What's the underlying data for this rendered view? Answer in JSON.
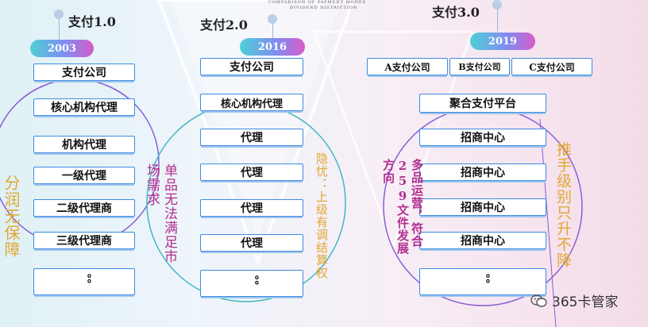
{
  "header": {
    "line1": "COMPARISON OF PAYMENT MODES",
    "line2": "DIVIDEND DISTRICTION"
  },
  "eras": [
    {
      "title": "支付1.0",
      "year": "2003"
    },
    {
      "title": "支付2.0",
      "year": "2016"
    },
    {
      "title": "支付3.0",
      "year": "2019"
    }
  ],
  "col1": {
    "boxes": [
      "支付公司",
      "核心机构代理",
      "机构代理",
      "一级代理",
      "二级代理商",
      "三级代理商"
    ],
    "ellipsis": "。。",
    "side_text": "分润无保障",
    "problem": "单品无法满足市场需求"
  },
  "col2": {
    "boxes": [
      "支付公司",
      "核心机构代理",
      "代理",
      "代理",
      "代理",
      "代理"
    ],
    "ellipsis": "。。",
    "concern": "隐忧：上级有调结算权"
  },
  "col3": {
    "top_boxes": [
      "A支付公司",
      "B支付公司",
      "C支付公司"
    ],
    "platform": "聚合支付平台",
    "boxes": [
      "招商中心",
      "招商中心",
      "招商中心",
      "招商中心"
    ],
    "ellipsis": "。。",
    "feature": "多品运营，符合259文件发展方向",
    "slogan": "推手级别只升不降"
  },
  "watermark": {
    "text": "365卡管家"
  },
  "colors": {
    "accent_blue": "#3d8be0",
    "pink": "#b32e8e",
    "gold": "#e0a730",
    "circle_purple": "#8a5cd6",
    "circle_teal": "#3fb8c4"
  }
}
